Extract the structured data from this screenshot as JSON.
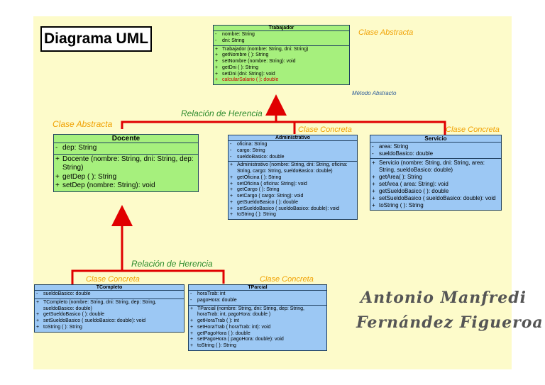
{
  "title": "Diagrama UML",
  "labels": {
    "abstract_class": "Clase Abstracta",
    "concrete_class": "Clase Concreta",
    "inheritance": "Relación de Herencia",
    "abstract_method": "Método Abstracto"
  },
  "author": {
    "line1": "Antonio Manfredi",
    "line2": "Fernández Figueroa"
  },
  "classes": {
    "trabajador": {
      "name": "Trabajador",
      "attributes": [
        {
          "v": "-",
          "t": "nombre: String"
        },
        {
          "v": "-",
          "t": "dni: String"
        }
      ],
      "methods": [
        {
          "v": "+",
          "t": "Trabajador (nombre: String, dni: String)"
        },
        {
          "v": "+",
          "t": "getNombre ( ): String"
        },
        {
          "v": "+",
          "t": "setNombre (nombre: String): void"
        },
        {
          "v": "+",
          "t": "getDni ( ): String"
        },
        {
          "v": "+",
          "t": "setDni (dni: String): void"
        },
        {
          "v": "+",
          "t": "calcularSalario ( ): double",
          "abstract": true
        }
      ]
    },
    "docente": {
      "name": "Docente",
      "attributes": [
        {
          "v": "-",
          "t": "dep: String"
        }
      ],
      "methods": [
        {
          "v": "+",
          "t": "Docente (nombre: String, dni: String, dep: String)"
        },
        {
          "v": "+",
          "t": "getDep ( ): String"
        },
        {
          "v": "+",
          "t": "setDep (nombre: String): void"
        }
      ]
    },
    "administrativo": {
      "name": "Administrativo",
      "attributes": [
        {
          "v": "-",
          "t": "oficina: String"
        },
        {
          "v": "-",
          "t": "cargo: String"
        },
        {
          "v": "-",
          "t": "sueldoBasico: double"
        }
      ],
      "methods": [
        {
          "v": "+",
          "t": "Administrativo (nombre: String, dni: String, oficina: String, cargo: String, sueldoBasico: double)"
        },
        {
          "v": "+",
          "t": "getOficina ( ): String"
        },
        {
          "v": "+",
          "t": "setOficina ( oficina: String): void"
        },
        {
          "v": "+",
          "t": "getCargo ( ): String"
        },
        {
          "v": "+",
          "t": "setCargo ( cargo: String): void"
        },
        {
          "v": "+",
          "t": "getSueldoBasico ( ): double"
        },
        {
          "v": "+",
          "t": "setSueldoBasico ( sueldoBasico: double): void"
        },
        {
          "v": "+",
          "t": "toString ( ): String"
        }
      ]
    },
    "servicio": {
      "name": "Servicio",
      "attributes": [
        {
          "v": "-",
          "t": "area: String"
        },
        {
          "v": "-",
          "t": "sueldoBasico: double"
        }
      ],
      "methods": [
        {
          "v": "+",
          "t": "Servicio (nombre: String, dni: String, area: String, sueldoBasico: double)"
        },
        {
          "v": "+",
          "t": "getArea( ): String"
        },
        {
          "v": "+",
          "t": "setArea ( area: String): void"
        },
        {
          "v": "+",
          "t": "getSueldoBasico ( ): double"
        },
        {
          "v": "+",
          "t": "setSueldoBasico ( sueldoBasico: double): void"
        },
        {
          "v": "+",
          "t": "toString ( ): String"
        }
      ]
    },
    "tcompleto": {
      "name": "TCompleto",
      "attributes": [
        {
          "v": "-",
          "t": "sueldoBasico: double"
        }
      ],
      "methods": [
        {
          "v": "+",
          "t": "TCompleto (nombre: String, dni: String, dep: String, sueldoBasico: double)"
        },
        {
          "v": "+",
          "t": "getSueldoBasico ( ): double"
        },
        {
          "v": "+",
          "t": "setSueldoBasico ( sueldoBasico: double): void"
        },
        {
          "v": "+",
          "t": "toString ( ): String"
        }
      ]
    },
    "tparcial": {
      "name": "TParcial",
      "attributes": [
        {
          "v": "-",
          "t": "horaTrab: int"
        },
        {
          "v": "-",
          "t": "pagoHora: double"
        }
      ],
      "methods": [
        {
          "v": "+",
          "t": "TParcial (nombre: String, dni: String, dep: String, horaTrab: int, pagoHora: double )"
        },
        {
          "v": "+",
          "t": "getHoraTrab ( ): int"
        },
        {
          "v": "+",
          "t": "setHoraTrab ( horaTrab: int): void"
        },
        {
          "v": "+",
          "t": "getPagoHora ( ): double"
        },
        {
          "v": "+",
          "t": "setPagoHora ( pagoHora: double): void"
        },
        {
          "v": "+",
          "t": "toString ( ): String"
        }
      ]
    }
  }
}
